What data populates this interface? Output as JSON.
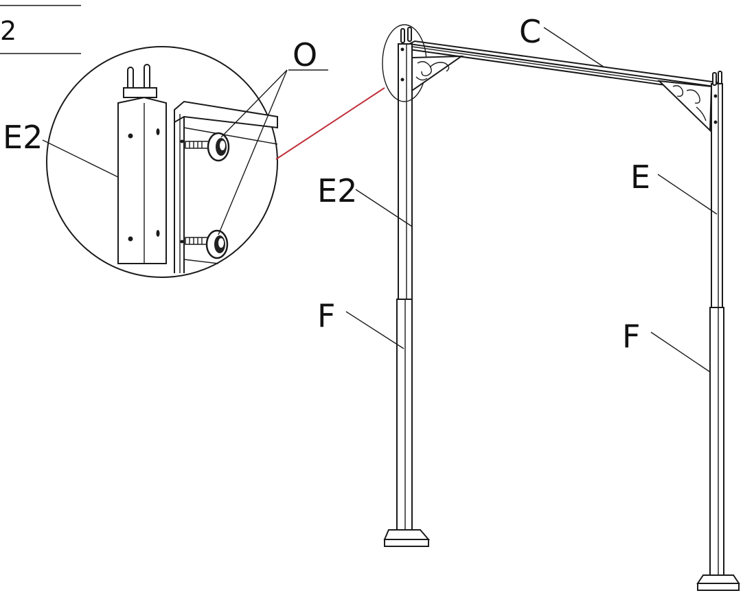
{
  "step_fragment": "2",
  "labels": {
    "detail_post": "E2",
    "detail_knobs": "O",
    "top_beam": "C",
    "left_post_upper": "E2",
    "right_post_upper": "E",
    "left_post_lower": "F",
    "right_post_lower": "F"
  },
  "colors": {
    "line": "#1a1a1a",
    "callout": "#c0303a",
    "background": "#ffffff"
  },
  "icons": [
    "knob-bolt-icon",
    "scroll-bracket-icon",
    "base-plate-icon"
  ]
}
